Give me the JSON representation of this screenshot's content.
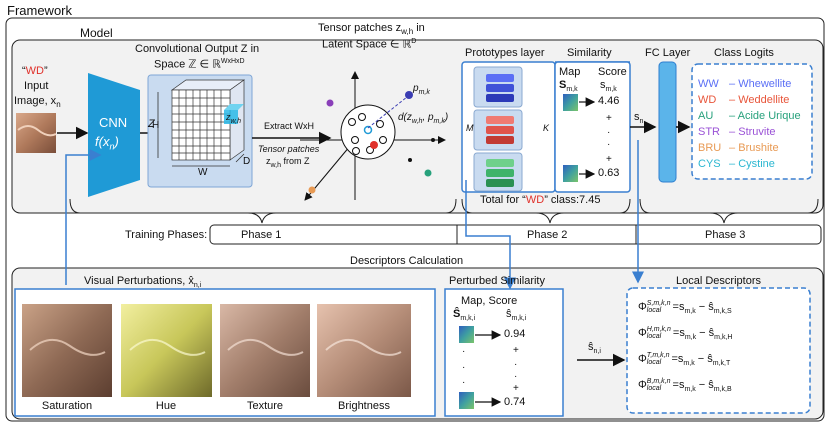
{
  "framework_title": "Framework",
  "model_title": "Model",
  "input": {
    "class_code": "WD",
    "label_line1": "Input",
    "label_line2": "Image, x",
    "label_sub": "n",
    "thumbnail": "stone-image"
  },
  "cnn": {
    "label": "CNN",
    "func": "f(x",
    "func_sub": "n",
    "func_end": ")"
  },
  "z_label": "Z",
  "conv": {
    "title_line1": "Convolutional Output Z in",
    "title_line2": "Space ℤ ∈ ℝ",
    "title_sup": "WxHxD",
    "h": "H",
    "w": "W",
    "d": "D",
    "cell": "z",
    "cell_sub": "w,h"
  },
  "extract": {
    "line1": "Extract WxH",
    "line2": "Tensor patches",
    "line3": "z",
    "line3_sub": "w,h",
    "line3_end": " from Z"
  },
  "latent": {
    "title_line1": "Tensor patches z",
    "title_line1_sub": "w,h",
    "title_line1_end": " in",
    "title_line2": "Latent Space ∈ ℝ",
    "title_sup": "D",
    "p_label": "p",
    "p_sub": "m,k",
    "dist": "d(z",
    "dist_sub": "w,h",
    "dist_mid": ", p",
    "dist_sub2": "m,k",
    "dist_end": ")"
  },
  "prototypes": {
    "title": "Prototypes layer",
    "m": "M",
    "k": "K"
  },
  "similarity": {
    "title": "Similarity",
    "col_map": "Map",
    "col_score": "Score",
    "map_sym": "S",
    "map_sub": "m,k",
    "score_sym": "s",
    "score_sub": "m,k",
    "top_value": "4.46",
    "bottom_value": "0.63",
    "plus": "+",
    "dot": "·",
    "total": "Total for “WD” class:7.45"
  },
  "sn": {
    "sym": "s",
    "sub": "n"
  },
  "fc": {
    "title": "FC Layer"
  },
  "logits": {
    "title": "Class Logits",
    "items": [
      {
        "code": "WW",
        "name": "Whewellite",
        "color": "#5b6ff5"
      },
      {
        "code": "WD",
        "name": "Weddellite",
        "color": "#e8553a"
      },
      {
        "code": "AU",
        "name": "Acide Urique",
        "color": "#27a17c"
      },
      {
        "code": "STR",
        "name": "Struvite",
        "color": "#9a52d6"
      },
      {
        "code": "BRU",
        "name": "Brushite",
        "color": "#e89a54"
      },
      {
        "code": "CYS",
        "name": "Cystine",
        "color": "#2bb7d1"
      }
    ]
  },
  "training": {
    "label": "Training Phases:",
    "phase1": "Phase 1",
    "phase2": "Phase 2",
    "phase3": "Phase 3"
  },
  "descriptors_title": "Descriptors Calculation",
  "perturbations": {
    "title": "Visual Perturbations, x̂",
    "title_sub": "n,i",
    "items": [
      "Saturation",
      "Hue",
      "Texture",
      "Brightness"
    ]
  },
  "perturbed": {
    "title": "Perturbed Similarity",
    "header": "Map, Score",
    "map_sym": "Ŝ",
    "map_sub": "m,k,i",
    "score_sym": "ŝ",
    "score_sub": "m,k,i",
    "top_value": "0.94",
    "bottom_value": "0.74",
    "plus": "+",
    "dot": "·"
  },
  "sn_hat": {
    "sym": "ŝ",
    "sub": "n,i"
  },
  "local": {
    "title": "Local Descriptors",
    "rows": [
      {
        "sup": "S,m,k,n",
        "sub_tail": "m,k,S"
      },
      {
        "sup": "H,m,k,n",
        "sub_tail": "m,k,H"
      },
      {
        "sup": "T,m,k,n",
        "sub_tail": "m,k,T"
      },
      {
        "sup": "B,m,k,n",
        "sub_tail": "m,k,B"
      }
    ],
    "phi": "Φ",
    "local_word": "local",
    "eq": "=s",
    "eq_sub": "m,k",
    "minus": " − ŝ"
  },
  "colors": {
    "accent_blue": "#2f7fd0",
    "cnn_fill": "#1f9ad6",
    "wd_red": "#e0312b",
    "dashed_blue": "#3a7fd0"
  }
}
